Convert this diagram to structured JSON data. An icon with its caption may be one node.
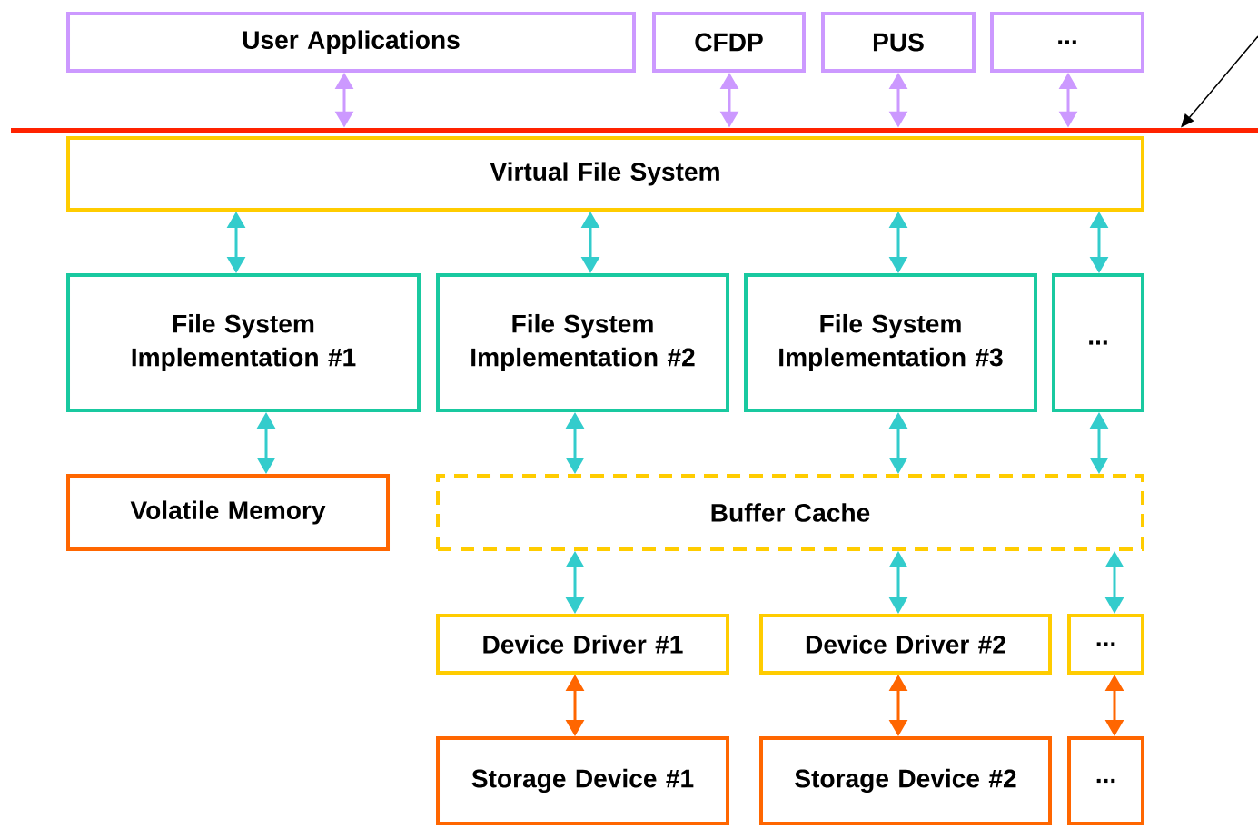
{
  "diagram": {
    "nodes": [
      {
        "text": [
          "User Applications"
        ]
      },
      {
        "text": [
          "CFDP"
        ]
      },
      {
        "text": [
          "PUS"
        ]
      },
      {
        "text": [
          "..."
        ]
      },
      {
        "text": [],
        "shape": "bar"
      },
      {
        "text": [
          "Virtual File System"
        ]
      },
      {
        "text": [
          "File System Implementation #1"
        ]
      },
      {
        "text": [
          "File System Implementation #2"
        ]
      },
      {
        "text": [
          "File System Implementation #3"
        ]
      },
      {
        "text": [
          "..."
        ]
      },
      {
        "text": [
          "Volatile Memory"
        ]
      },
      {
        "text": [
          "Buffer Cache"
        ]
      },
      {
        "text": [
          "Device Driver #1"
        ]
      },
      {
        "text": [
          "Device Driver #2"
        ]
      },
      {
        "text": [
          "..."
        ]
      },
      {
        "text": [
          "Storage Device #1"
        ]
      },
      {
        "text": [
          "Storage Device #2"
        ]
      },
      {
        "text": [
          "..."
        ]
      }
    ],
    "edges": [
      {
        "from": 0,
        "to": 4,
        "arrow": "both",
        "color": "#cc99ff"
      },
      {
        "from": 1,
        "to": 4,
        "arrow": "both",
        "color": "#cc99ff"
      },
      {
        "from": 2,
        "to": 4,
        "arrow": "both",
        "color": "#cc99ff"
      },
      {
        "from": 3,
        "to": 4,
        "arrow": "both",
        "color": "#cc99ff"
      },
      {
        "from": 5,
        "to": 6,
        "arrow": "both"
      },
      {
        "from": 5,
        "to": 7,
        "arrow": "both"
      },
      {
        "from": 5,
        "to": 8,
        "arrow": "both"
      },
      {
        "from": 5,
        "to": 9,
        "arrow": "both"
      },
      {
        "from": 6,
        "to": 10,
        "arrow": "both"
      },
      {
        "from": 7,
        "to": 11,
        "arrow": "both"
      },
      {
        "from": 8,
        "to": 11,
        "arrow": "both"
      },
      {
        "from": 9,
        "to": 11,
        "arrow": "both"
      },
      {
        "from": 11,
        "to": 12,
        "arrow": "both"
      },
      {
        "from": 11,
        "to": 13,
        "arrow": "both"
      },
      {
        "from": 11,
        "to": 14,
        "arrow": "both"
      },
      {
        "from": 12,
        "to": 15,
        "arrow": "both",
        "color": "#ff6600"
      },
      {
        "from": 13,
        "to": 16,
        "arrow": "both",
        "color": "#ff6600"
      },
      {
        "from": 14,
        "to": 17,
        "arrow": "both",
        "color": "#ff6600"
      },
      {
        "from": null,
        "to": 4,
        "arrow": "to",
        "color": "#000000"
      }
    ]
  }
}
